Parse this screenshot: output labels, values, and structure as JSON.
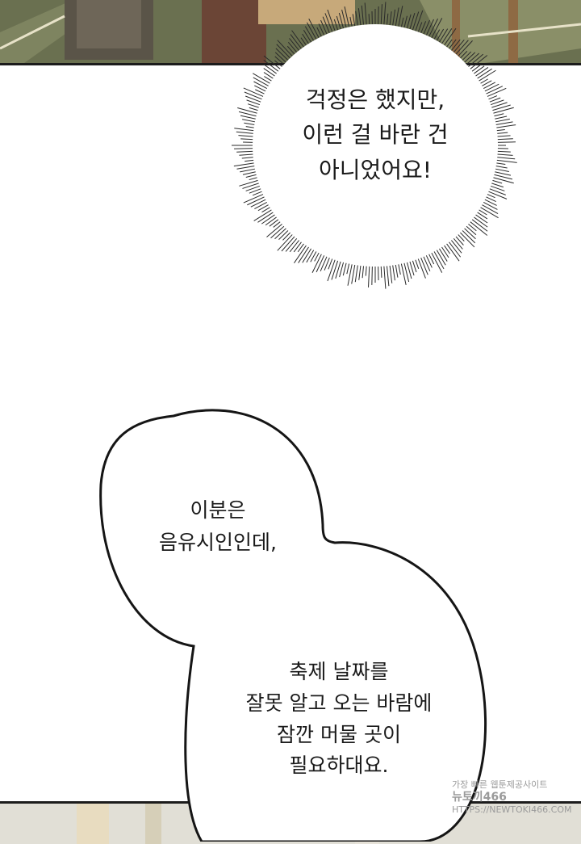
{
  "burst_bubble": {
    "lines": [
      "걱정은 했지만,",
      "이런 걸 바란 건",
      "아니었어요!"
    ]
  },
  "round_bubble": {
    "lines_part1": [
      "이분은",
      "음유시인인데,"
    ],
    "lines_part2": [
      "축제 날짜를",
      "잘못 알고 오는 바람에",
      "잠깐 머물 곳이",
      "필요하대요."
    ]
  },
  "watermark": {
    "line1": "가장 빠른 웹툰제공사이트",
    "line2": "뉴토끼466",
    "line3": "HTTPS://NEWTOKI466.COM"
  },
  "colors": {
    "top_panel": "#5f6648",
    "bottom_panel": "#dcdad2",
    "ink": "#1a1a1a"
  }
}
